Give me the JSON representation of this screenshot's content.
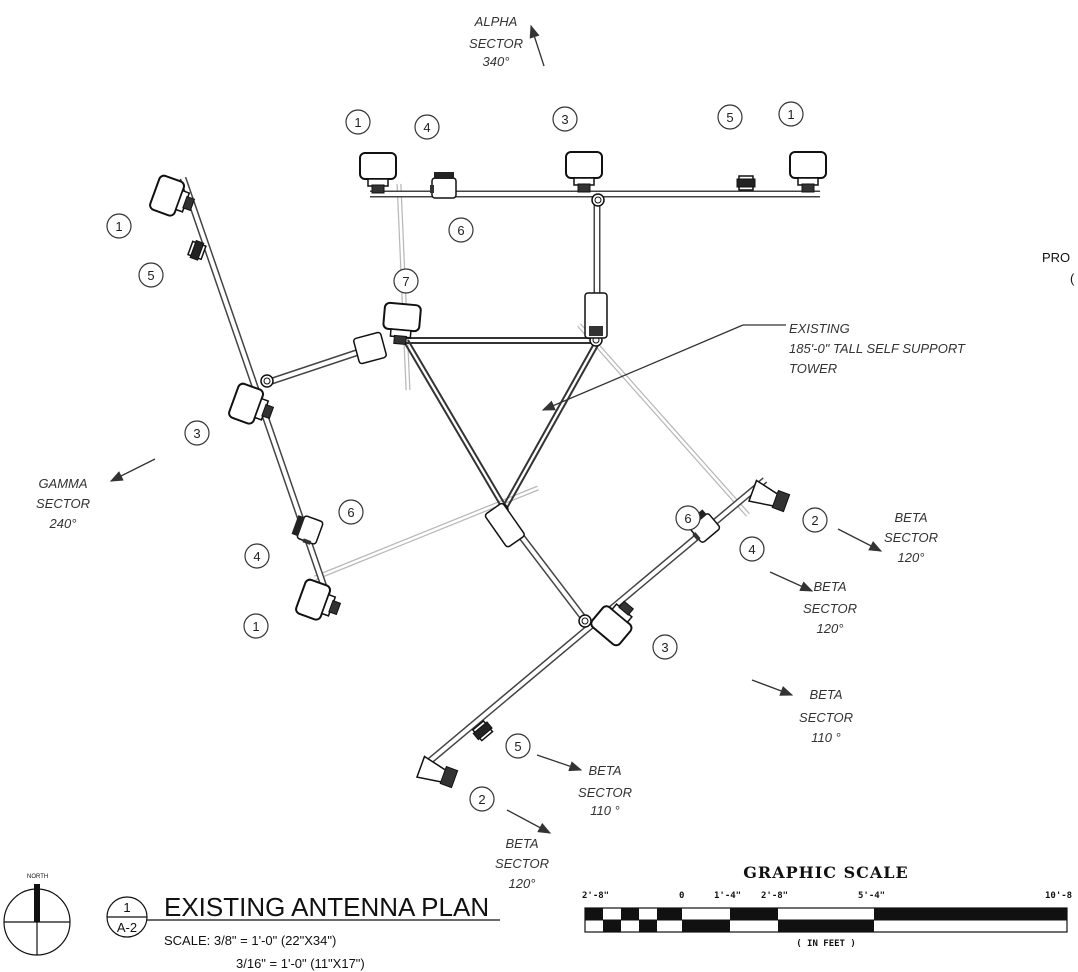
{
  "sectors": {
    "alpha": [
      "ALPHA",
      "SECTOR",
      "340°"
    ],
    "gamma": [
      "GAMMA",
      "SECTOR",
      "240°"
    ],
    "beta_2_top": [
      "BETA",
      "SECTOR",
      "120°"
    ],
    "beta_4": [
      "BETA",
      "SECTOR",
      "120°"
    ],
    "beta_3": [
      "BETA",
      "SECTOR",
      "110 °"
    ],
    "beta_5": [
      "BETA",
      "SECTOR",
      "110 °"
    ],
    "beta_2_bottom": [
      "BETA",
      "SECTOR",
      "120°"
    ]
  },
  "tower_note": [
    "EXISTING",
    "185'-0\" TALL SELF SUPPORT",
    "TOWER"
  ],
  "edge_note": [
    "PRO",
    "("
  ],
  "callouts": {
    "alpha": [
      "1",
      "4",
      "3",
      "5",
      "1",
      "6",
      "7"
    ],
    "gamma": [
      "1",
      "5",
      "3",
      "6",
      "4",
      "1"
    ],
    "beta": [
      "6",
      "2",
      "4",
      "3",
      "5",
      "2"
    ]
  },
  "north_label": "NORTH",
  "detail_number": "1",
  "sheet_ref": "A-2",
  "plan_title": "EXISTING ANTENNA PLAN",
  "scale_lines": [
    "SCALE: 3/8\" = 1'-0\" (22\"X34\")",
    "3/16\" = 1'-0\" (11\"X17\")"
  ],
  "graphic_scale": {
    "title": "GRAPHIC SCALE",
    "ticks": [
      "2'-8\"",
      "0",
      "1'-4\"",
      "2'-8\"",
      "5'-4\"",
      "10'-8"
    ],
    "unit": "( IN FEET )"
  }
}
